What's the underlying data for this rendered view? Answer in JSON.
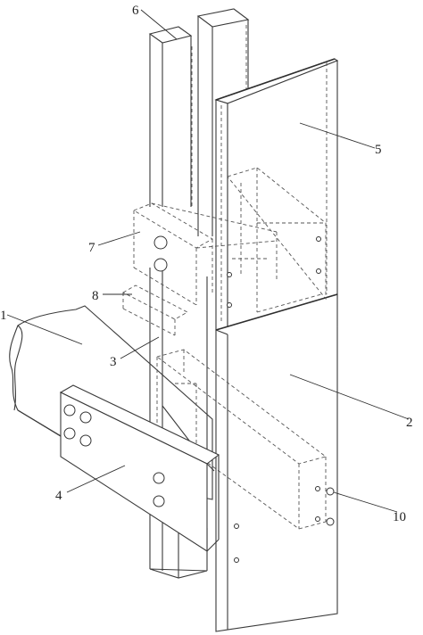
{
  "labels": [
    {
      "text": "1"
    },
    {
      "text": "2"
    },
    {
      "text": "3"
    },
    {
      "text": "4"
    },
    {
      "text": "5"
    },
    {
      "text": "6"
    },
    {
      "text": "7"
    },
    {
      "text": "8"
    },
    {
      "text": "10"
    }
  ]
}
